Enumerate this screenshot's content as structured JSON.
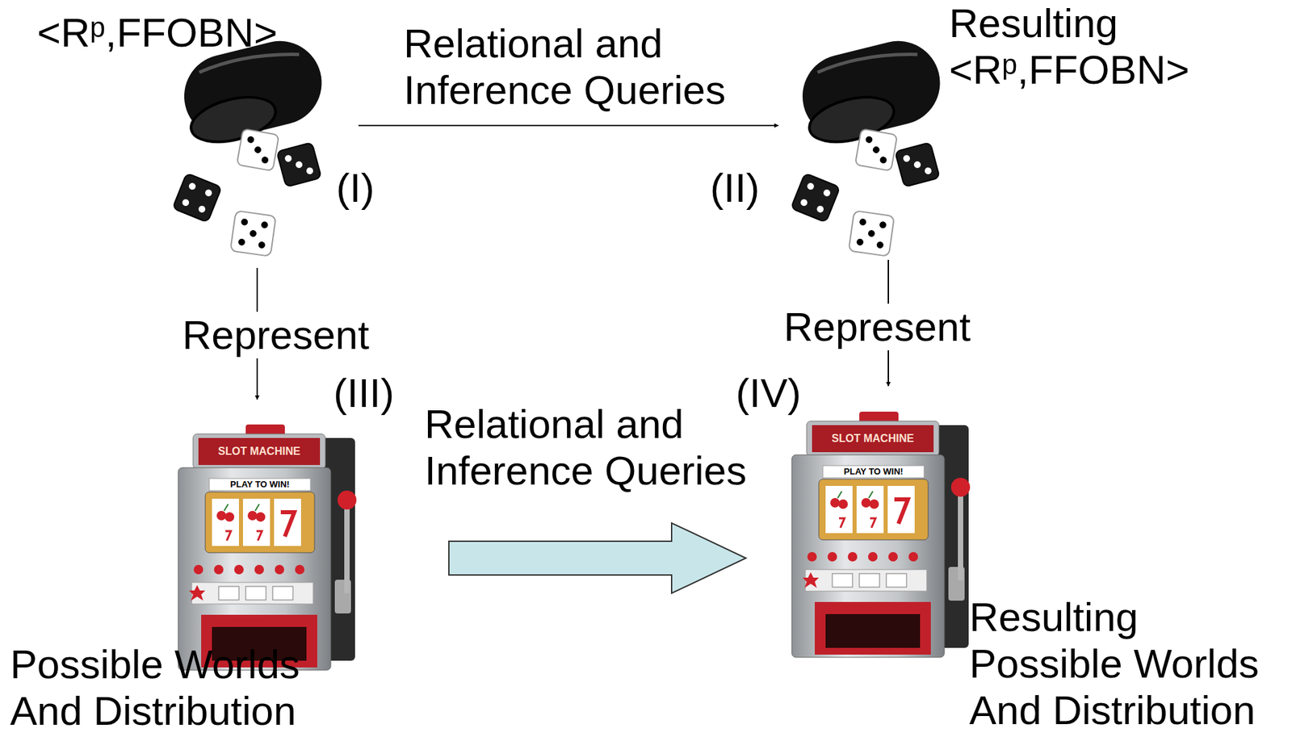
{
  "diagram": {
    "nodes": [
      {
        "text": [
          "<Rᵖ,FFOBN>",
          "(I)"
        ]
      },
      {
        "text": [
          "Resulting <Rᵖ,FFOBN>",
          "(II)"
        ]
      },
      {
        "text": [
          "(III)",
          "Possible Worlds And Distribution"
        ]
      },
      {
        "text": [
          "(IV)",
          "Resulting Possible Worlds And Distribution"
        ]
      }
    ],
    "edges": [
      {
        "from": 0,
        "to": 1,
        "arrow": "to",
        "label": "Relational and Inference Queries"
      },
      {
        "from": 0,
        "to": 2,
        "arrow": "to",
        "label": "Represent"
      },
      {
        "from": 1,
        "to": 3,
        "arrow": "to",
        "label": "Represent"
      },
      {
        "from": 2,
        "to": 3,
        "arrow": "to",
        "label": "Relational and Inference Queries"
      }
    ],
    "labels": [
      "SLOT MACHINE",
      "PLAY TO WIN!",
      "SLOT MACHINE",
      "PLAY TO WIN!"
    ]
  }
}
